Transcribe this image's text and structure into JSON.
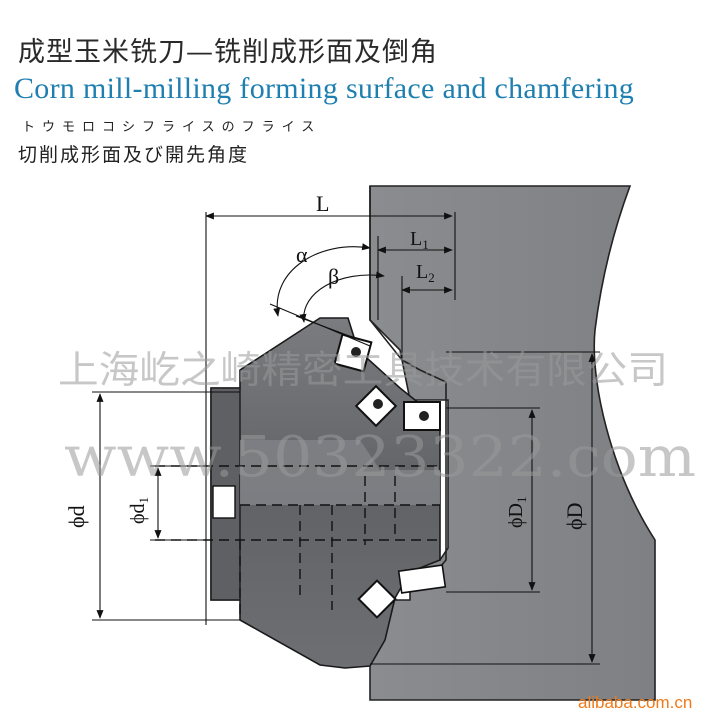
{
  "title": {
    "chinese": "成型玉米铣刀—铣削成形面及倒角",
    "english": "Corn mill-milling forming surface and chamfering",
    "japanese_line1": "トウモロコシフライスのフライス",
    "japanese_line2": "切削成形面及び開先角度"
  },
  "labels": {
    "L": "L",
    "L1": "L",
    "L1_sub": "1",
    "L2": "L",
    "L2_sub": "2",
    "alpha": "α",
    "beta": "β",
    "d": "ϕd",
    "d1": "ϕd",
    "d1_sub": "1",
    "D1": "ϕD",
    "D1_sub": "1",
    "D": "ϕD"
  },
  "watermark": {
    "company": "上海屹之崎精密工具技术有限公司",
    "phone": "www.50323322.com"
  },
  "footer": {
    "site": "alibaba.com.cn"
  },
  "colors": {
    "tool_body": "#6b6d72",
    "workpiece": "#8c8e92",
    "title_blue": "#1f7fb0",
    "footer_orange": "#f07a1a"
  }
}
